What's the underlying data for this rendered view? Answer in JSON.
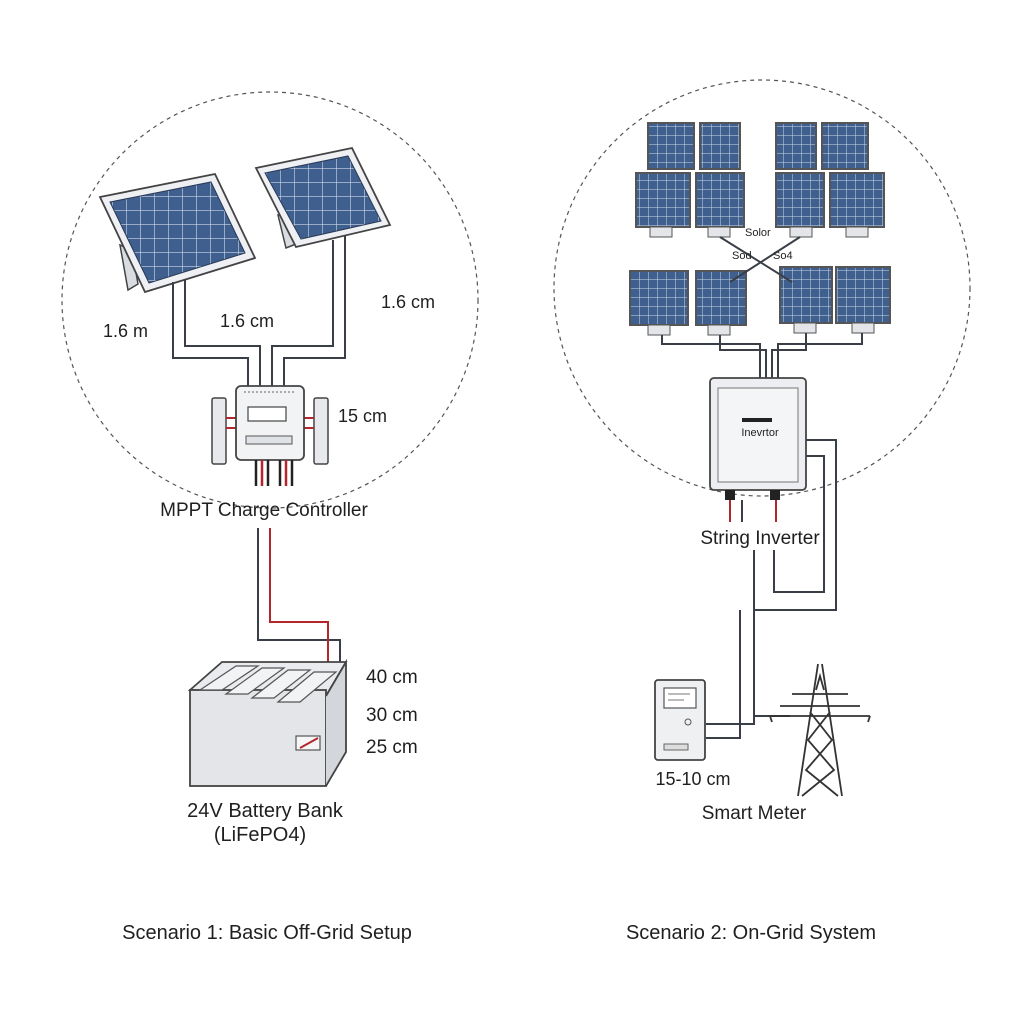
{
  "scenario1": {
    "caption": "Scenario 1: Basic Off-Grid Setup",
    "dim_panel_left": "1.6 m",
    "dim_wire_left": "1.6 cm",
    "dim_wire_right": "1.6 cm",
    "dim_controller": "15 cm",
    "controller_label": "MPPT Charge Controller",
    "battery_dim_1": "40 cm",
    "battery_dim_2": "30 cm",
    "battery_dim_3": "25 cm",
    "battery_label_line1": "24V Battery Bank",
    "battery_label_line2": "(LiFePO4)"
  },
  "scenario2": {
    "caption": "Scenario 2: On-Grid System",
    "cross_label_1": "Solor",
    "cross_label_2": "Sod",
    "cross_label_3": "So4",
    "inverter_plate": "Inevrtor",
    "inverter_label": "String Inverter",
    "meter_dim": "15-10 cm",
    "meter_label": "Smart Meter"
  },
  "colors": {
    "panel_cell": "#3f5f8f",
    "panel_frame": "#dfe3e8",
    "wire": "#3a3f47",
    "wire_red": "#b3262e",
    "outline": "#444444"
  },
  "icons": [
    "solar-panel-icon",
    "charge-controller-icon",
    "battery-icon",
    "inverter-icon",
    "smart-meter-icon",
    "power-tower-icon"
  ]
}
